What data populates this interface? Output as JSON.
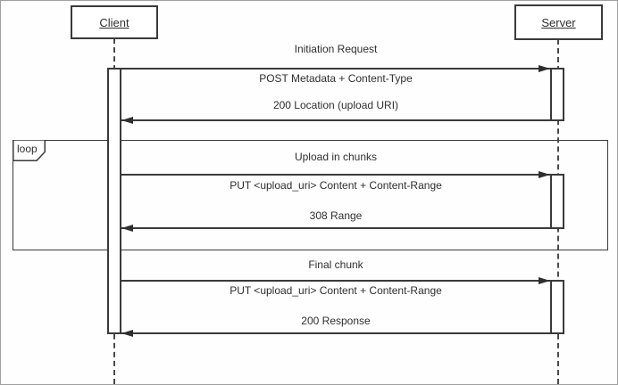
{
  "diagram": {
    "kind": "uml-sequence-diagram",
    "actors": [
      {
        "name": "Client"
      },
      {
        "name": "Server"
      }
    ],
    "loop": {
      "operator": "loop"
    },
    "exchanges": [
      {
        "title": "Initiation Request",
        "request": "POST Metadata + Content-Type",
        "response": "200 Location (upload URI)",
        "in_loop": false
      },
      {
        "title": "Upload in chunks",
        "request": "PUT <upload_uri> Content + Content-Range",
        "response": "308 Range",
        "in_loop": true
      },
      {
        "title": "Final chunk",
        "request": "PUT <upload_uri> Content + Content-Range",
        "response": "200 Response",
        "in_loop": false
      }
    ],
    "colors": {
      "line": "#3a3a3a",
      "background": "#ffffff",
      "outer_border": "#a0a0a0"
    }
  }
}
